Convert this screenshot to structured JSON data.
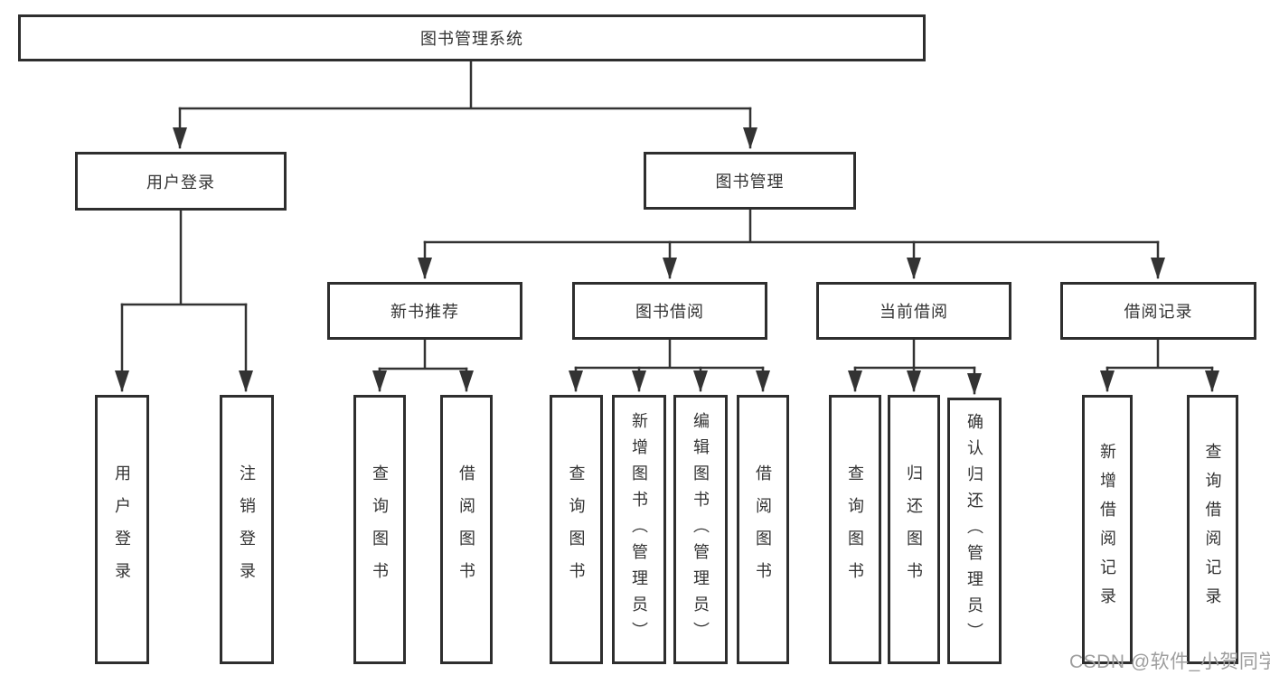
{
  "tree": {
    "label": "图书管理系统",
    "children": [
      {
        "label": "用户登录",
        "children": [
          {
            "label": "用户登录"
          },
          {
            "label": "注销登录"
          }
        ]
      },
      {
        "label": "图书管理",
        "children": [
          {
            "label": "新书推荐",
            "children": [
              {
                "label": "查询图书"
              },
              {
                "label": "借阅图书"
              }
            ]
          },
          {
            "label": "图书借阅",
            "children": [
              {
                "label": "查询图书"
              },
              {
                "label": "新增图书（管理员）"
              },
              {
                "label": "编辑图书（管理员）"
              },
              {
                "label": "借阅图书"
              }
            ]
          },
          {
            "label": "当前借阅",
            "children": [
              {
                "label": "查询图书"
              },
              {
                "label": "归还图书"
              },
              {
                "label": "确认归还（管理员）"
              }
            ]
          },
          {
            "label": "借阅记录",
            "children": [
              {
                "label": "新增借阅记录"
              },
              {
                "label": "查询借阅记录"
              }
            ]
          }
        ]
      }
    ]
  },
  "watermark": {
    "text": "CSDN @软件_小贺同学"
  },
  "colors": {
    "line": "#333333",
    "box_border": "#2e2e2e",
    "text": "#333333",
    "background": "#ffffff",
    "watermark": "#9e9e9e"
  }
}
